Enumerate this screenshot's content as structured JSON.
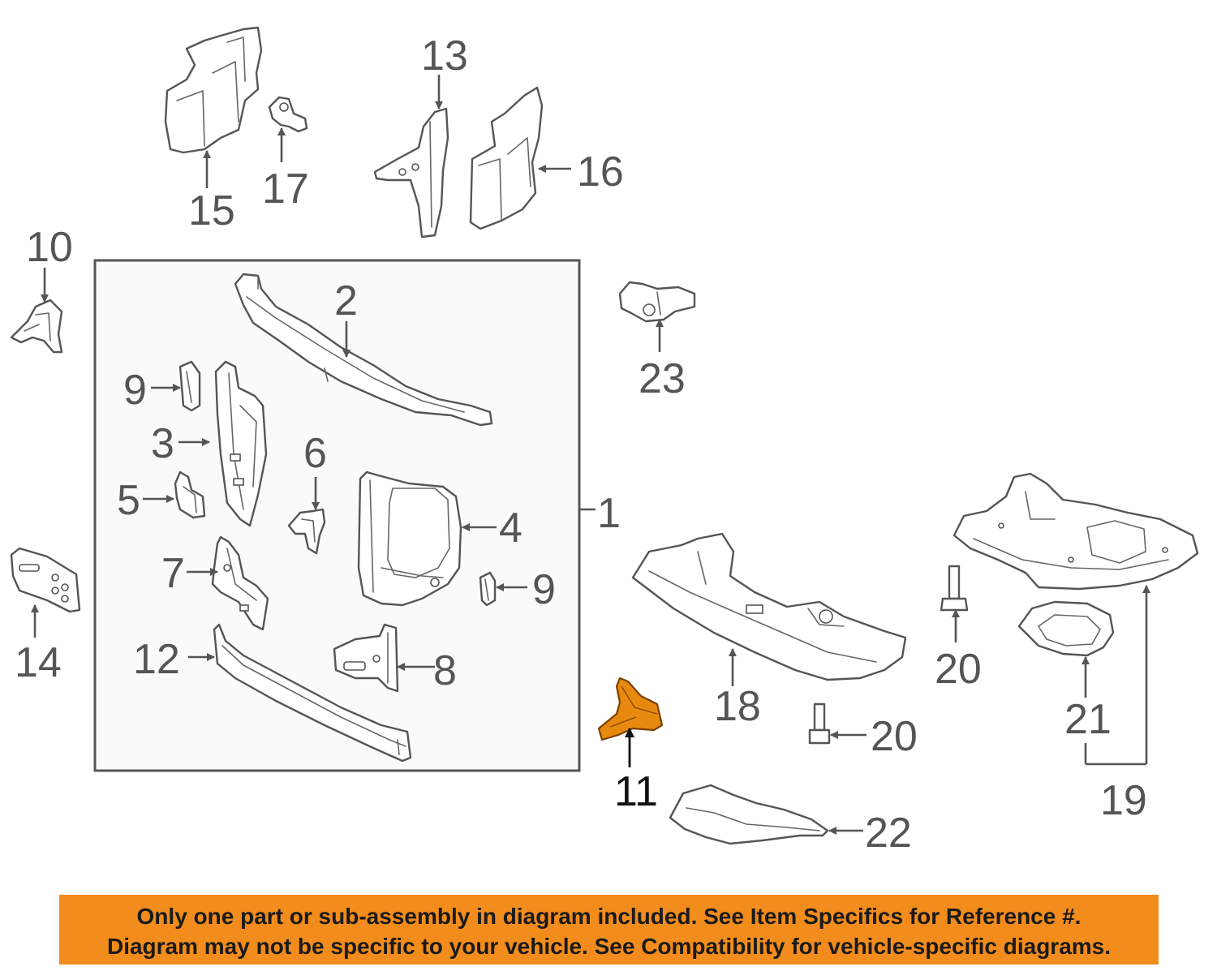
{
  "callouts": {
    "c1": "1",
    "c2": "2",
    "c3": "3",
    "c4": "4",
    "c5": "5",
    "c6": "6",
    "c7": "7",
    "c8": "8",
    "c9a": "9",
    "c9b": "9",
    "c10": "10",
    "c11": "11",
    "c12": "12",
    "c13": "13",
    "c14": "14",
    "c15": "15",
    "c16": "16",
    "c17": "17",
    "c18": "18",
    "c19": "19",
    "c20a": "20",
    "c20b": "20",
    "c21": "21",
    "c22": "22",
    "c23": "23"
  },
  "highlighted_part": "11",
  "colors": {
    "highlight_part": "#e8890f",
    "banner_background": "#f28c1c",
    "line_art": "#555555"
  },
  "notice": {
    "line1": "Only one part or sub-assembly in diagram included. See Item Specifics for Reference #.",
    "line2": "Diagram may not be specific to your vehicle. See Compatibility for vehicle-specific diagrams."
  }
}
